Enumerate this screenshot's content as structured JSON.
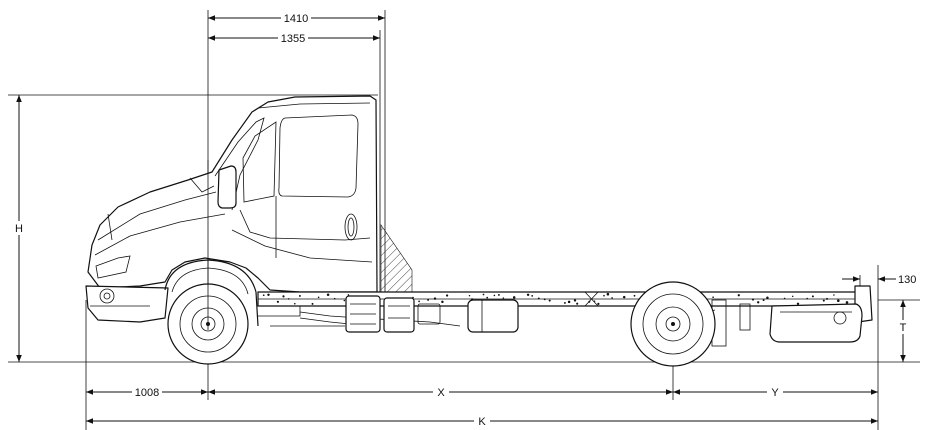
{
  "dimensions": {
    "top_outer": "1410",
    "top_inner": "1355",
    "height": "H",
    "rear_overhang_gap": "130",
    "frame_height": "T",
    "front_overhang": "1008",
    "wheelbase": "X",
    "rear_overhang": "Y",
    "total_length": "K"
  },
  "colors": {
    "line": "#111111",
    "background": "#ffffff"
  }
}
